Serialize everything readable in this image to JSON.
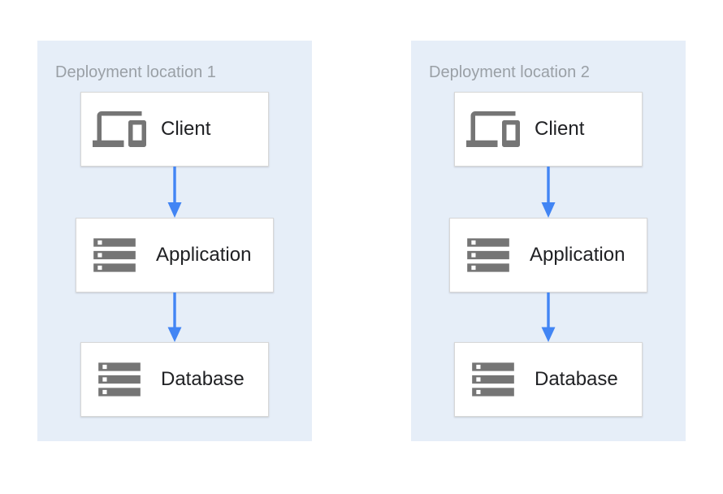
{
  "diagram": {
    "panels": [
      {
        "title": "Deployment location 1",
        "nodes": [
          {
            "label": "Client",
            "icon": "devices-icon"
          },
          {
            "label": "Application",
            "icon": "server-stack-icon"
          },
          {
            "label": "Database",
            "icon": "server-stack-icon"
          }
        ],
        "connections": [
          {
            "from": "Client",
            "to": "Application",
            "direction": "down"
          },
          {
            "from": "Application",
            "to": "Database",
            "direction": "down"
          }
        ]
      },
      {
        "title": "Deployment location 2",
        "nodes": [
          {
            "label": "Client",
            "icon": "devices-icon"
          },
          {
            "label": "Application",
            "icon": "server-stack-icon"
          },
          {
            "label": "Database",
            "icon": "server-stack-icon"
          }
        ],
        "connections": [
          {
            "from": "Client",
            "to": "Application",
            "direction": "down"
          },
          {
            "from": "Application",
            "to": "Database",
            "direction": "down"
          }
        ]
      }
    ],
    "colors": {
      "panel_background": "#e6eef8",
      "panel_title_text": "#9aa0a6",
      "node_background": "#ffffff",
      "node_border": "#d7d7d7",
      "node_text": "#202124",
      "icon_gray": "#757575",
      "arrow_blue": "#4285f4"
    }
  }
}
